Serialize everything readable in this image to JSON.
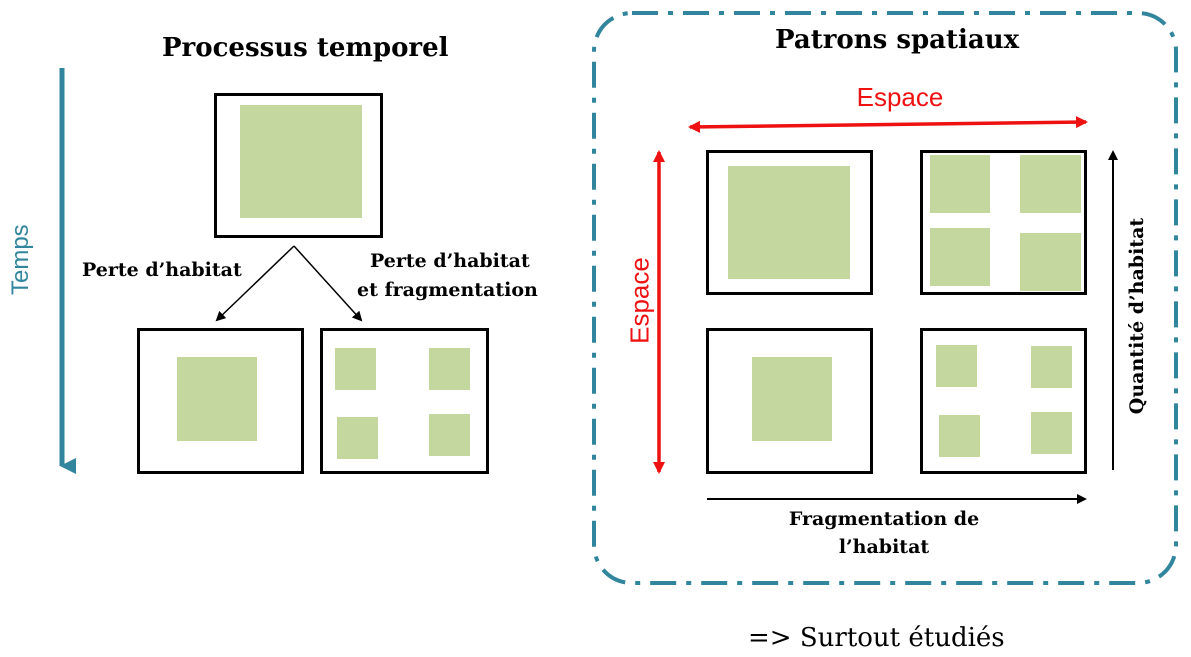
{
  "left_panel": {
    "title": "Processus temporel",
    "time_axis_label": "Temps",
    "branch_left_label": "Perte d’habitat",
    "branch_right_label_line1": "Perte d’habitat",
    "branch_right_label_line2": "et fragmentation"
  },
  "right_panel": {
    "title": "Patrons spatiaux",
    "space_horizontal_label": "Espace",
    "space_vertical_label": "Espace",
    "habitat_amount_label": "Quantité d’habitat",
    "fragmentation_label_line1": "Fragmentation de",
    "fragmentation_label_line2": "l’habitat"
  },
  "footer_note": "=> Surtout étudiés",
  "colors": {
    "habitat": "#c4d79f",
    "time_arrow": "#31859c",
    "space_arrow": "#ee1111",
    "dashed_border": "#31859c",
    "frame": "#000000"
  }
}
